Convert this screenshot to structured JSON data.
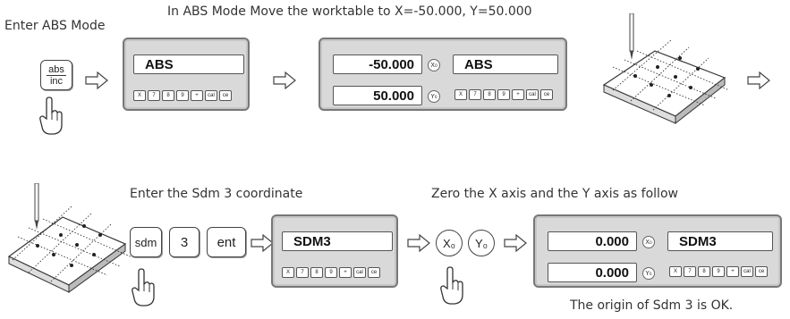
{
  "captions": {
    "enter_abs": "Enter ABS Mode",
    "move_instruction": "In ABS Mode Move the worktable to X=-50.000, Y=50.000",
    "enter_sdm": "Enter the Sdm 3 coordinate",
    "zero_axes": "Zero the X axis and the Y axis as follow",
    "origin_ok": "The origin of Sdm 3 is OK."
  },
  "keys": {
    "abs_top": "abs",
    "abs_bottom": "inc",
    "sdm": "sdm",
    "three": "3",
    "ent": "ent",
    "x0": "X₀",
    "y0": "Y₀"
  },
  "panels": {
    "abs_panel": {
      "display": "ABS"
    },
    "move_panel": {
      "x_value": "-50.000",
      "mode": "ABS",
      "y_value": "50.000",
      "x_axis": "X₀",
      "y_axis": "Y₀"
    },
    "sdm_panel": {
      "display": "SDM3"
    },
    "zero_panel": {
      "x_value": "0.000",
      "mode": "SDM3",
      "y_value": "0.000",
      "x_axis": "X₀",
      "y_axis": "Y₀"
    }
  },
  "mini_keys": [
    "X",
    "7",
    "8",
    "9",
    "+",
    "cal",
    "ce"
  ],
  "icons": [
    "hand-pointer-icon",
    "right-arrow-icon",
    "drill-bit-icon",
    "worktable-icon"
  ]
}
